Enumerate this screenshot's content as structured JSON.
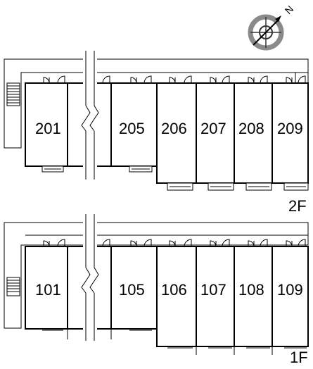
{
  "compass": {
    "north_label": "N"
  },
  "floors": [
    {
      "label": "2F",
      "rooms": [
        {
          "number": "201"
        },
        {
          "number": ""
        },
        {
          "number": "205"
        },
        {
          "number": "206"
        },
        {
          "number": "207"
        },
        {
          "number": "208"
        },
        {
          "number": "209"
        }
      ]
    },
    {
      "label": "1F",
      "rooms": [
        {
          "number": "101"
        },
        {
          "number": ""
        },
        {
          "number": "105"
        },
        {
          "number": "106"
        },
        {
          "number": "107"
        },
        {
          "number": "108"
        },
        {
          "number": "109"
        }
      ]
    }
  ],
  "colors": {
    "line": "#000000",
    "corridor": "#ffffff",
    "compass_ring": "#8a8a8a"
  }
}
